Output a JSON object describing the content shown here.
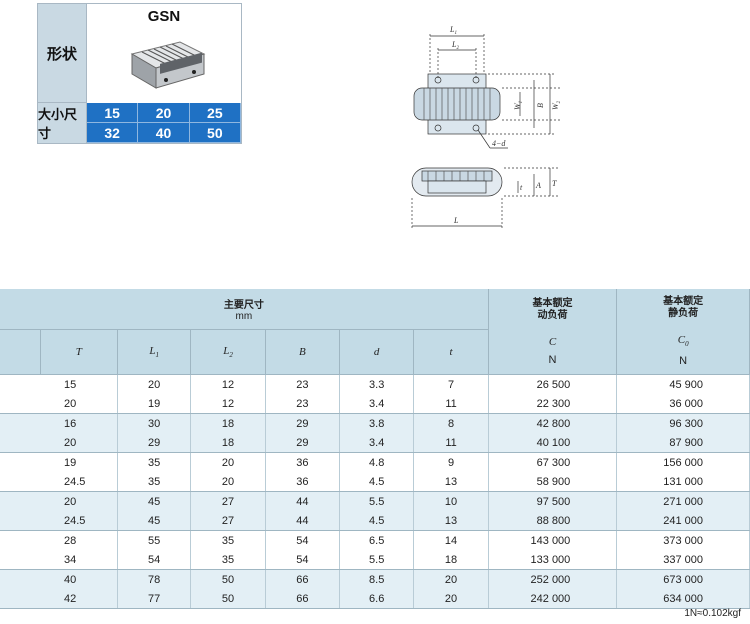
{
  "card": {
    "shape_label": "形状",
    "model": "GSN",
    "size_label": "大小尺寸",
    "sizes": [
      "15",
      "20",
      "25",
      "32",
      "40",
      "50"
    ]
  },
  "drawing": {
    "labels": {
      "L1": "L",
      "L1_sub": "1",
      "L2": "L",
      "L2_sub": "2",
      "W1": "W",
      "W1_sub": "1",
      "B": "B",
      "W2": "W",
      "W2_sub": "2",
      "holes": "4−d",
      "t": "t",
      "A": "A",
      "T": "T",
      "L": "L"
    }
  },
  "table": {
    "main_dims": "主要尺寸",
    "unit_mm": "mm",
    "dyn_rating": [
      "基本额定",
      "动负荷"
    ],
    "stat_rating": [
      "基本额定",
      "静负荷"
    ],
    "columns": [
      "T",
      "L",
      "L",
      "B",
      "d",
      "t"
    ],
    "column_subs": [
      "",
      "1",
      "2",
      "",
      "",
      ""
    ],
    "C_symbol": "C",
    "C0_symbol": "C",
    "C0_sub": "0",
    "unit_N": "N",
    "rows": [
      [
        "15",
        "20",
        "12",
        "23",
        "3.3",
        "7",
        "26 500",
        "45 900"
      ],
      [
        "20",
        "19",
        "12",
        "23",
        "3.4",
        "11",
        "22 300",
        "36 000"
      ],
      [
        "16",
        "30",
        "18",
        "29",
        "3.8",
        "8",
        "42 800",
        "96 300"
      ],
      [
        "20",
        "29",
        "18",
        "29",
        "3.4",
        "11",
        "40 100",
        "87 900"
      ],
      [
        "19",
        "35",
        "20",
        "36",
        "4.8",
        "9",
        "67 300",
        "156 000"
      ],
      [
        "24.5",
        "35",
        "20",
        "36",
        "4.5",
        "13",
        "58 900",
        "131 000"
      ],
      [
        "20",
        "45",
        "27",
        "44",
        "5.5",
        "10",
        "97 500",
        "271 000"
      ],
      [
        "24.5",
        "45",
        "27",
        "44",
        "4.5",
        "13",
        "88 800",
        "241 000"
      ],
      [
        "28",
        "55",
        "35",
        "54",
        "6.5",
        "14",
        "143 000",
        "373 000"
      ],
      [
        "34",
        "54",
        "35",
        "54",
        "5.5",
        "18",
        "133 000",
        "337 000"
      ],
      [
        "40",
        "78",
        "50",
        "66",
        "8.5",
        "20",
        "252 000",
        "673 000"
      ],
      [
        "42",
        "77",
        "50",
        "66",
        "6.6",
        "20",
        "242 000",
        "634 000"
      ]
    ]
  },
  "footnote": "1N≈0.102kgf"
}
